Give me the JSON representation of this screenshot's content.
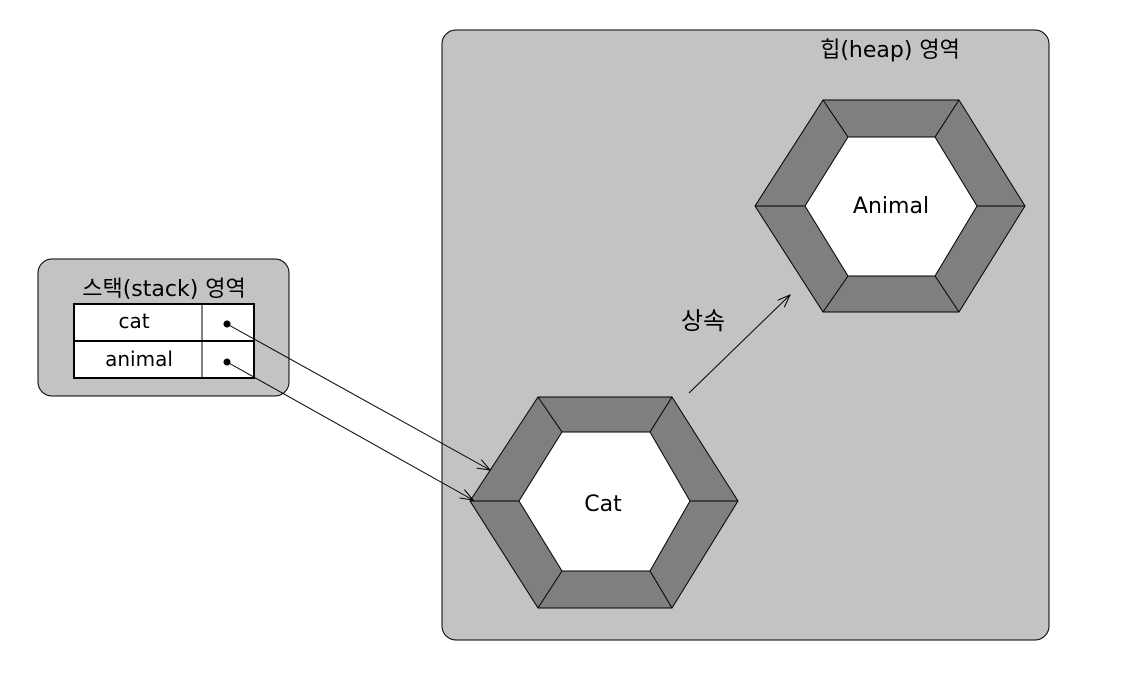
{
  "heap": {
    "title": "힙(heap) 영역",
    "fill": "#c3c3c3"
  },
  "stack": {
    "title": "스택(stack) 영역",
    "fill": "#c3c3c3",
    "vars": [
      {
        "name": "cat"
      },
      {
        "name": "animal"
      }
    ]
  },
  "objects": {
    "animal": {
      "label": "Animal"
    },
    "cat": {
      "label": "Cat"
    }
  },
  "inheritance_label": "상속",
  "colors": {
    "hex_frame": "#7f7f7f",
    "outline": "#000000",
    "inner": "#ffffff"
  }
}
